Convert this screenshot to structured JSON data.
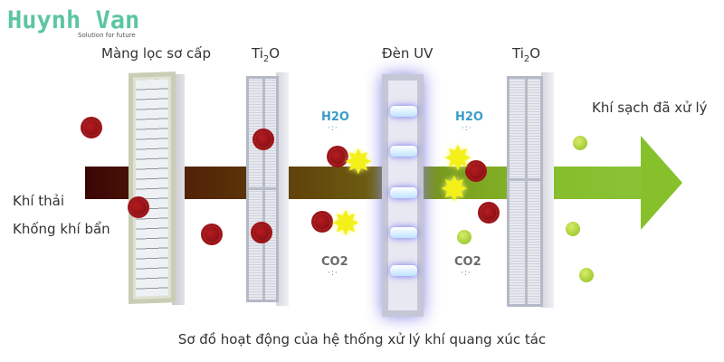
{
  "brand": {
    "name": "Huynh Van",
    "tagline": "Solution for future",
    "color": "#5cc6a0"
  },
  "labels": {
    "pre_filter": "Màng lọc sơ cấp",
    "ti2o_1": {
      "base": "Ti",
      "sub": "2",
      "tail": "O"
    },
    "uv_lamp": "Đèn UV",
    "ti2o_2": {
      "base": "Ti",
      "sub": "2",
      "tail": "O"
    },
    "clean_air": "Khí sạch đã xử lý",
    "exhaust": "Khí thải",
    "dirty_air": "Khống khí bẩn"
  },
  "molecules": {
    "h2o_left": "H2O",
    "h2o_right": "H2O",
    "co2_left": "CO2",
    "co2_right": "CO2",
    "dots": "·:·"
  },
  "icons": {
    "star": "✸"
  },
  "caption": "Sơ đồ hoạt động của hệ thống xử lý khí quang xúc tác",
  "colors": {
    "flow_start": "#3a0505",
    "flow_end": "#8cc43a",
    "contaminant": "#9e1418",
    "clean_particle": "#a8cf2c",
    "h2o": "#3a9dc6",
    "co2": "#6a6a6a",
    "uv_glow": "#6e6ef0"
  }
}
